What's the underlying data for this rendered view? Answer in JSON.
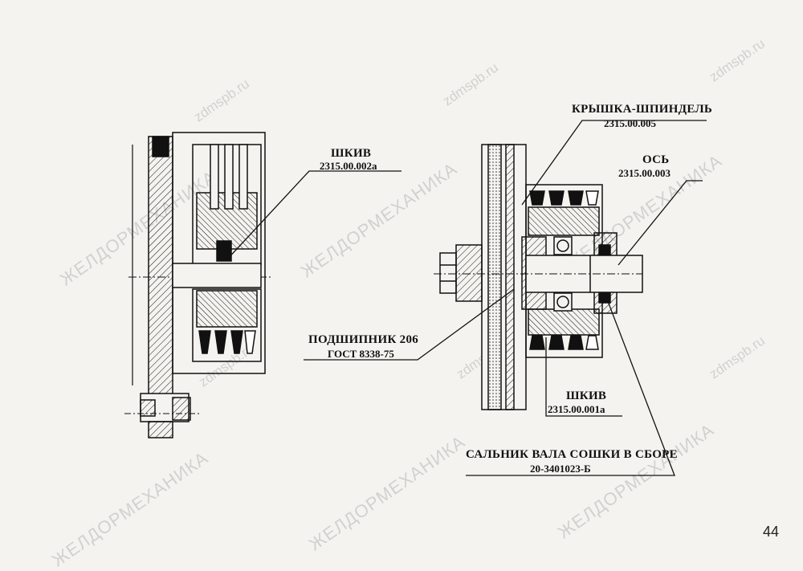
{
  "labels": {
    "pulley_left": {
      "name": "ШКИВ",
      "code": "2315.00.002а"
    },
    "cover_spindle": {
      "name": "КРЫШКА-ШПИНДЕЛЬ",
      "code": "2315.00.005"
    },
    "axle": {
      "name": "ОСЬ",
      "code": "2315.00.003"
    },
    "bearing": {
      "name": "ПОДШИПНИК 206",
      "code": "ГОСТ 8338-75"
    },
    "pulley_right": {
      "name": "ШКИВ",
      "code": "2315.00.001а"
    },
    "seal": {
      "name": "САЛЬНИК ВАЛА СОШКИ В СБОРЕ",
      "code": "20-3401023-Б"
    }
  },
  "page_number": "44",
  "watermarks": {
    "brand": "ЖЕЛДОРМЕХАНИКА",
    "site": "zdmspb.ru"
  },
  "colors": {
    "ink": "#111111",
    "paper": "#f4f3ef",
    "watermark": "#c9c9c9"
  }
}
